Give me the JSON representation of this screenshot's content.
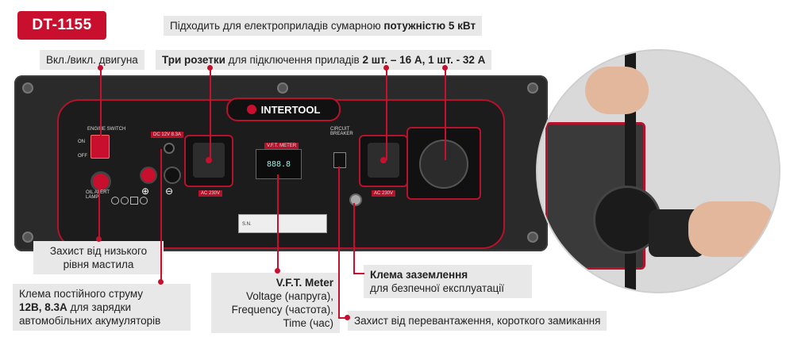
{
  "model": "DT-1155",
  "brand_logo": "INTERTOOL",
  "labels": {
    "power_pre": "Підходить для електроприладів сумарною ",
    "power_bold": "потужністю 5 кВт",
    "engine_switch": "Вкл./викл. двигуна",
    "sockets_bold1": "Три розетки",
    "sockets_mid": " для підключення приладів ",
    "sockets_bold2": "2 шт. – 16 А, 1 шт. - 32 А",
    "oil_line1": "Захист від низького",
    "oil_line2": "рівня мастила",
    "dc_line1": "Клема постійного струму",
    "dc_bold": "12В, 8.3А",
    "dc_line2_rest": " для зарядки",
    "dc_line3": "автомобільних акумуляторів",
    "vft_title": "V.F.T. Meter",
    "vft_line1": "Voltage (напруга),",
    "vft_line2": "Frequency (частота),",
    "vft_line3": "Time (час)",
    "ground_bold": "Клема заземлення",
    "ground_line2": "для безпечної експлуатації",
    "breaker": "Захист від перевантаження, короткого замикання"
  },
  "panel_text": {
    "engine_switch": "ENGINE SWITCH",
    "on": "ON",
    "off": "OFF",
    "oil_alert": "OIL ALERT LAMP",
    "dc": "DC 12V 8.3A",
    "ac1": "AC 230V",
    "vft": "V.F.T. METER",
    "meter_reading": "888.8",
    "circuit_breaker": "CIRCUIT BREAKER",
    "ac2": "AC 230V",
    "sn": "S.N."
  },
  "colors": {
    "accent": "#c8102e",
    "panel": "#2a2a2a"
  }
}
